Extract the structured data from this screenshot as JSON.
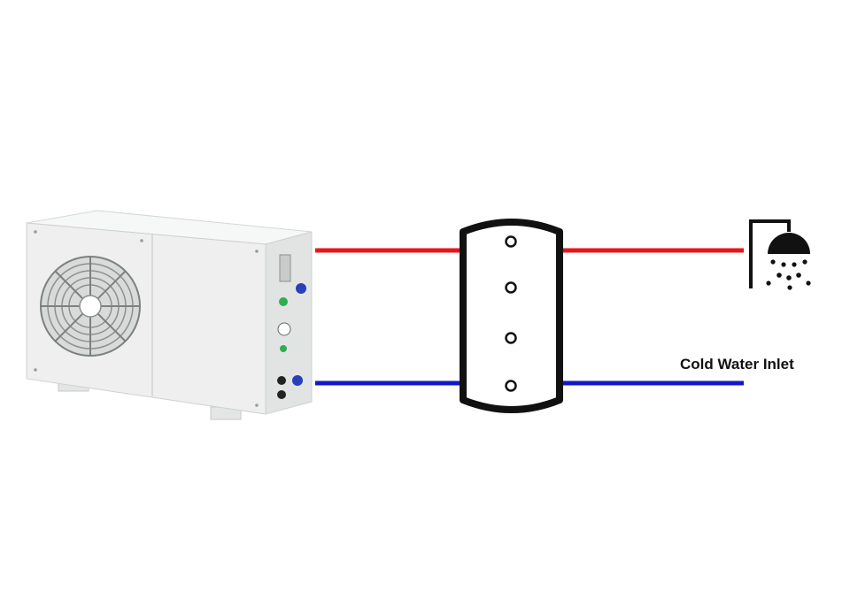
{
  "diagram": {
    "labels": {
      "cold_inlet": "Cold Water Inlet"
    },
    "components": [
      {
        "name": "heat-pump-unit",
        "icon": "heat-pump-icon"
      },
      {
        "name": "storage-tank",
        "icon": "tank-icon",
        "ports": 4
      },
      {
        "name": "shower",
        "icon": "shower-icon"
      }
    ],
    "pipes": [
      {
        "from": "heat-pump-unit",
        "to": "storage-tank",
        "line": "hot"
      },
      {
        "from": "heat-pump-unit",
        "to": "storage-tank",
        "line": "cold"
      },
      {
        "from": "storage-tank",
        "to": "shower",
        "line": "hot"
      },
      {
        "from": "storage-tank",
        "to": "cold-water-inlet",
        "line": "cold"
      }
    ],
    "colors": {
      "hot": "#e8151b",
      "cold": "#1217c8",
      "outline": "#111111",
      "unit_body": "#eeefee"
    }
  }
}
